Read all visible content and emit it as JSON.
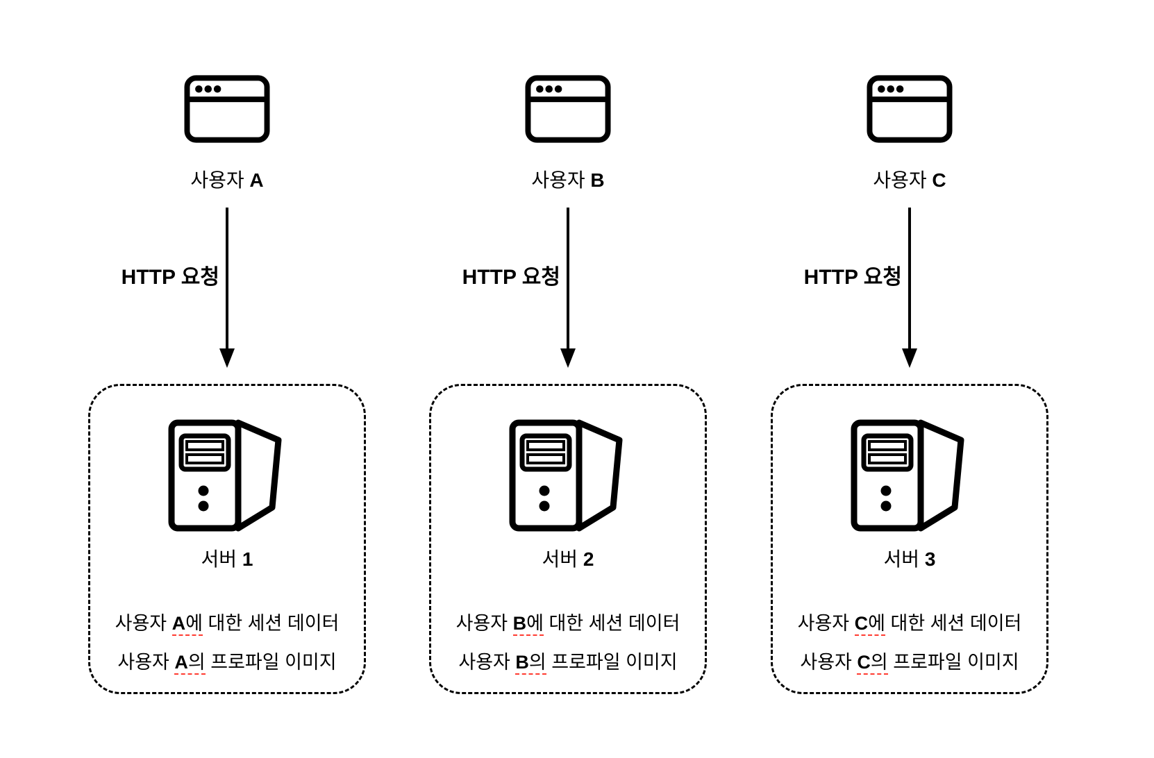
{
  "background": "#ffffff",
  "line_color": "#000000",
  "spellcheck_color": "#ff3b30",
  "columns": [
    {
      "user": {
        "prefix": "사용자 ",
        "latin": "A"
      },
      "http_label": "HTTP 요청",
      "server": {
        "prefix": "서버 ",
        "latin": "1"
      },
      "session": {
        "prefix": "사용자 ",
        "latin": "A",
        "particle": "에",
        "suffix": " 대한 세션 데이터"
      },
      "profile": {
        "prefix": "사용자 ",
        "latin": "A",
        "particle": "의",
        "suffix": " 프로파일 이미지"
      }
    },
    {
      "user": {
        "prefix": "사용자 ",
        "latin": "B"
      },
      "http_label": "HTTP 요청",
      "server": {
        "prefix": "서버 ",
        "latin": "2"
      },
      "session": {
        "prefix": "사용자 ",
        "latin": "B",
        "particle": "에",
        "suffix": " 대한 세션 데이터"
      },
      "profile": {
        "prefix": "사용자 ",
        "latin": "B",
        "particle": "의",
        "suffix": " 프로파일 이미지"
      }
    },
    {
      "user": {
        "prefix": "사용자 ",
        "latin": "C"
      },
      "http_label": "HTTP 요청",
      "server": {
        "prefix": "서버 ",
        "latin": "3"
      },
      "session": {
        "prefix": "사용자 ",
        "latin": "C",
        "particle": "에",
        "suffix": " 대한 세션 데이터"
      },
      "profile": {
        "prefix": "사용자 ",
        "latin": "C",
        "particle": "의",
        "suffix": " 프로파일 이미지"
      }
    }
  ],
  "icons": {
    "browser": "browser-window-icon",
    "server": "server-tower-icon",
    "arrow": "down-arrow-icon"
  }
}
